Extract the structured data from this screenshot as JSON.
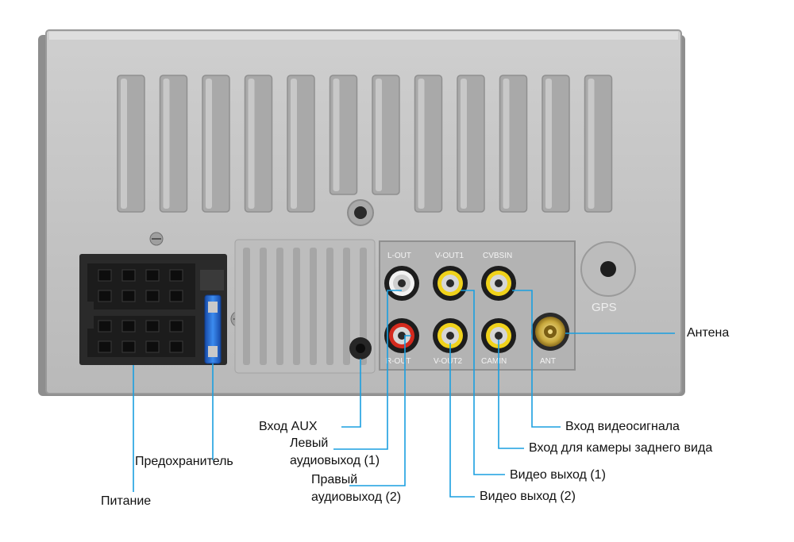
{
  "panel_labels": {
    "l_out": "L-OUT",
    "v_out1": "V-OUT1",
    "cvbsin": "CVBSIN",
    "r_out": "R-OUT",
    "v_out2": "V-OUT2",
    "camin": "CAMIN",
    "ant": "ANT",
    "gps": "GPS"
  },
  "callouts": {
    "antenna": "Антена",
    "aux_in": "Вход AUX",
    "left_audio_out": [
      "Левый",
      "аудиовыход (1)"
    ],
    "right_audio_out": [
      "Правый",
      "аудиовыход (2)"
    ],
    "fuse": "Предохранитель",
    "power": "Питание",
    "video_in": "Вход видеосигнала",
    "rear_camera_in": "Вход для камеры заднего вида",
    "video_out_1": "Видео выход (1)",
    "video_out_2": "Видео выход (2)"
  },
  "colors": {
    "body": "#c3c3c3",
    "leader_line": "#1a9fe0",
    "jack_white": "#f2f2f2",
    "jack_red": "#d42a1e",
    "jack_yellow": "#f0d21a",
    "fuse": "#2b6fd6"
  }
}
